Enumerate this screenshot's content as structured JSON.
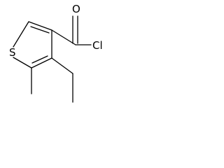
{
  "molecule": {
    "atoms": {
      "sulfur": "S",
      "oxygen": "O",
      "chlorine": "Cl"
    },
    "colors": {
      "bond": "#000000",
      "text": "#000000",
      "background": "#ffffff"
    }
  }
}
